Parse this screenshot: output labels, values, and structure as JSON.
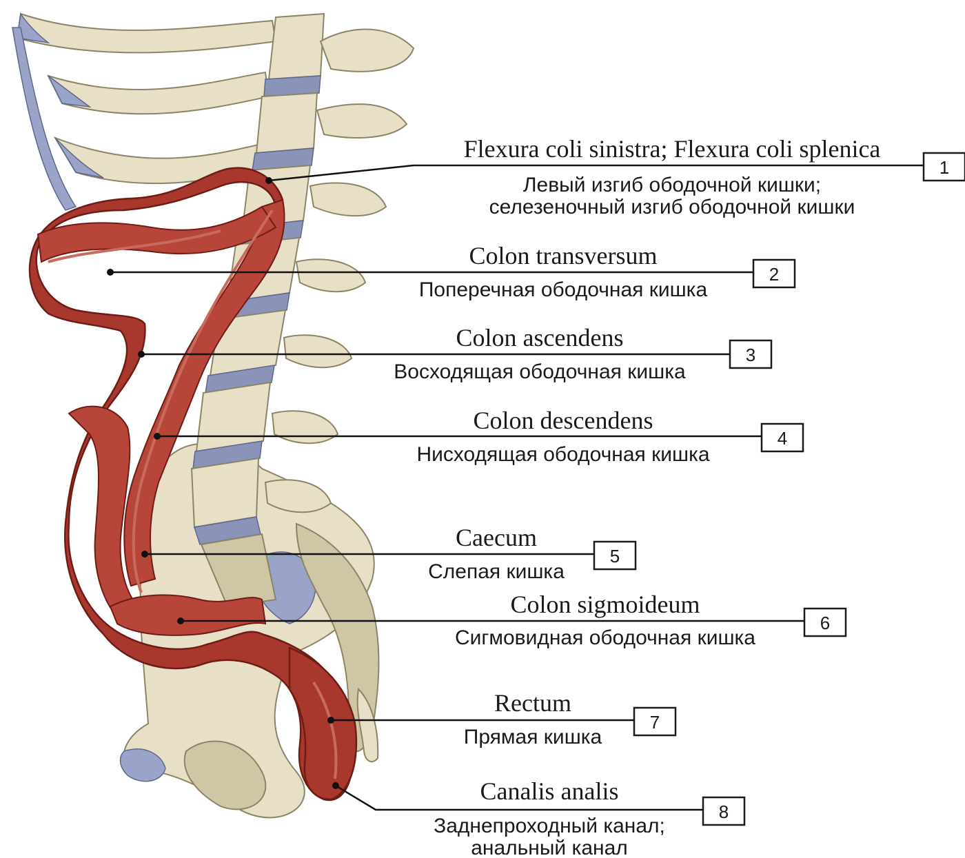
{
  "labels": [
    {
      "number": "1",
      "latin": "Flexura coli sinistra; Flexura coli splenica",
      "russian": [
        "Левый изгиб ободочной кишки;",
        "селезеночный изгиб ободочной кишки"
      ]
    },
    {
      "number": "2",
      "latin": "Colon transversum",
      "russian": [
        "Поперечная ободочная кишка"
      ]
    },
    {
      "number": "3",
      "latin": "Colon ascendens",
      "russian": [
        "Восходящая ободочная кишка"
      ]
    },
    {
      "number": "4",
      "latin": "Colon descendens",
      "russian": [
        "Нисходящая ободочная кишка"
      ]
    },
    {
      "number": "5",
      "latin": "Caecum",
      "russian": [
        "Слепая кишка"
      ]
    },
    {
      "number": "6",
      "latin": "Colon sigmoideum",
      "russian": [
        "Сигмовидная ободочная кишка"
      ]
    },
    {
      "number": "7",
      "latin": "Rectum",
      "russian": [
        "Прямая кишка"
      ]
    },
    {
      "number": "8",
      "latin": "Canalis analis",
      "russian": [
        "Заднепроходный канал;",
        "анальный канал"
      ]
    }
  ],
  "colors": {
    "colon": "#a8382d",
    "bone": "#e8e0c6",
    "cartilage": "#8a93b8",
    "text": "#1a1a1a"
  }
}
